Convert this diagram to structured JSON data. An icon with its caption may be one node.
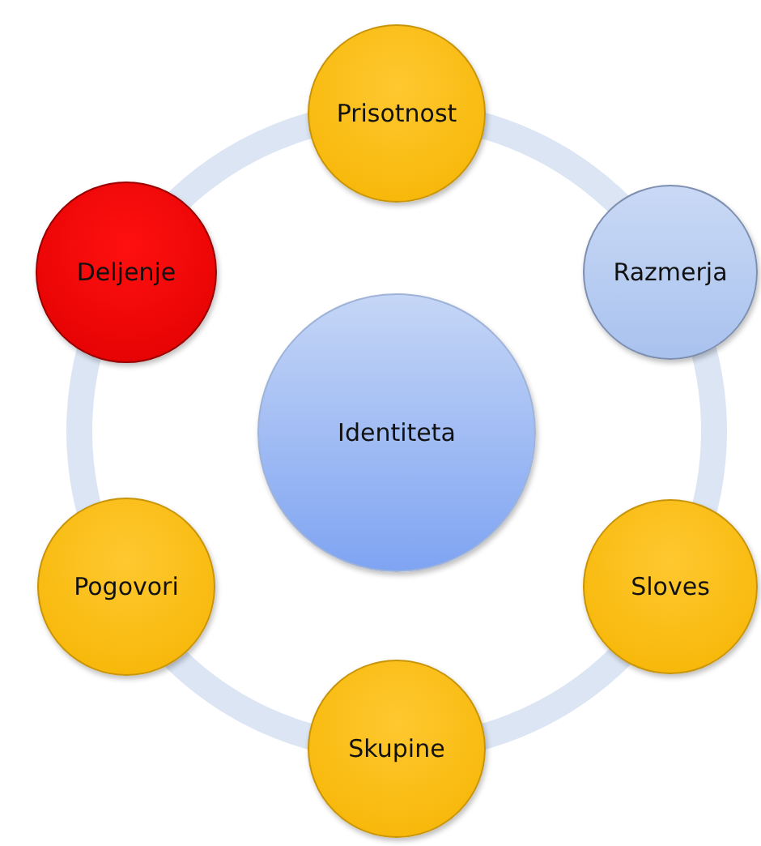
{
  "diagram": {
    "nodes": [
      {
        "text": [
          "Identiteta"
        ]
      },
      {
        "text": [
          "Prisotnost"
        ]
      },
      {
        "text": [
          "Razmerja"
        ]
      },
      {
        "text": [
          "Sloves"
        ]
      },
      {
        "text": [
          "Skupine"
        ]
      },
      {
        "text": [
          "Pogovori"
        ]
      },
      {
        "text": [
          "Deljenje"
        ]
      }
    ]
  }
}
